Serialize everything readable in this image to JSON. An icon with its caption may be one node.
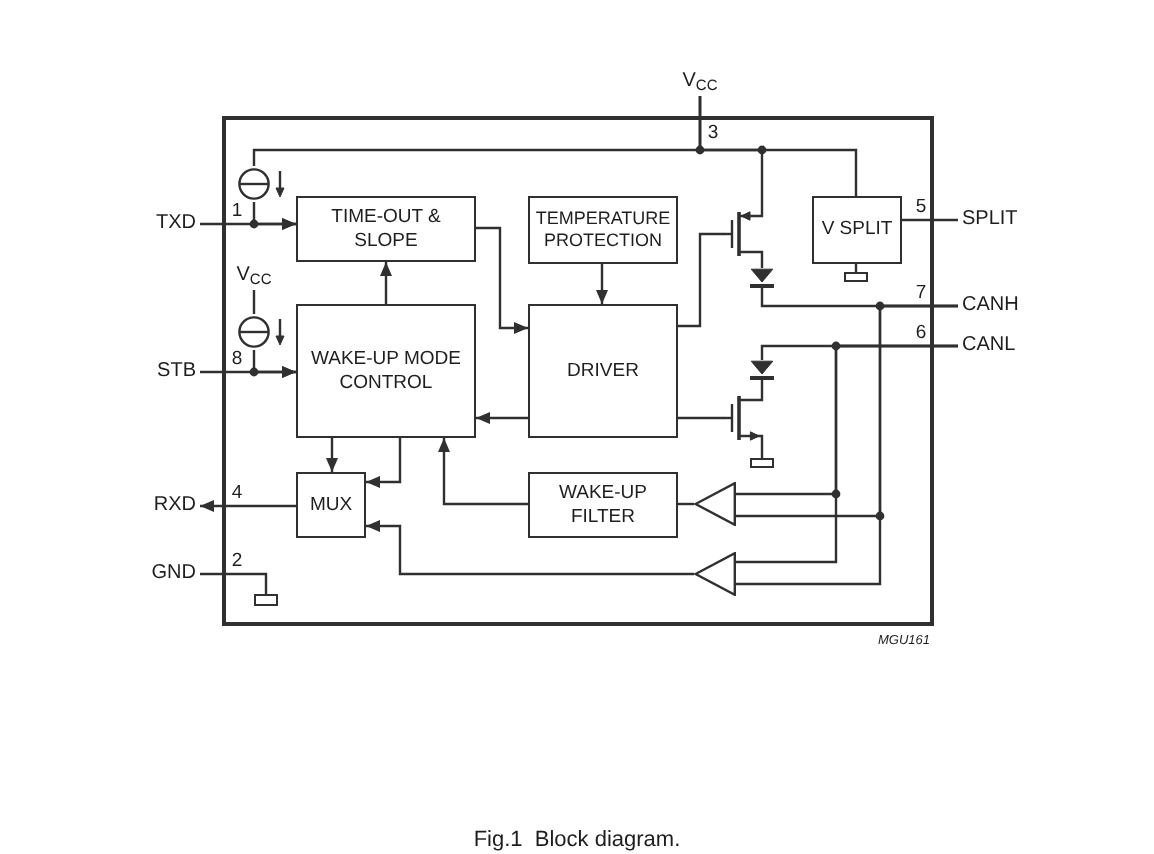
{
  "diagram": {
    "caption": "Fig.1  Block diagram.",
    "nodes": [
      {
        "text": [],
        "shape": "box"
      },
      {
        "text": [
          "V$_{CC}$"
        ]
      },
      {
        "text": [
          "TXD"
        ]
      },
      {
        "text": [
          "STB"
        ]
      },
      {
        "text": [
          "RXD"
        ]
      },
      {
        "text": [
          "GND"
        ]
      },
      {
        "text": [
          "SPLIT"
        ]
      },
      {
        "text": [
          "CANH"
        ]
      },
      {
        "text": [
          "CANL"
        ]
      },
      {
        "text": [
          "V$_{CC}$"
        ],
        "in": 0
      },
      {
        "text": [],
        "shape": "circle",
        "in": 0
      },
      {
        "text": [],
        "shape": "circle",
        "in": 0
      },
      {
        "text": [
          "TIME-OUT & SLOPE"
        ],
        "in": 0
      },
      {
        "text": [
          "TEMPERATURE PROTECTION"
        ],
        "in": 0
      },
      {
        "text": [
          "WAKE-UP MODE CONTROL"
        ],
        "in": 0
      },
      {
        "text": [
          "DRIVER"
        ],
        "in": 0
      },
      {
        "text": [
          "MUX"
        ],
        "in": 0
      },
      {
        "text": [
          "WAKE-UP FILTER"
        ],
        "in": 0
      },
      {
        "text": [
          "V SPLIT"
        ],
        "in": 0
      },
      {
        "text": [],
        "shape": "transistor",
        "in": 0
      },
      {
        "text": [],
        "shape": "diode",
        "in": 0
      },
      {
        "text": [],
        "shape": "transistor",
        "in": 0
      },
      {
        "text": [],
        "shape": "diode",
        "in": 0
      },
      {
        "text": [],
        "shape": "triangle",
        "in": 0
      },
      {
        "text": [],
        "shape": "triangle",
        "in": 0
      },
      {
        "text": [],
        "shape": "box",
        "in": 0
      },
      {
        "text": [],
        "shape": "box",
        "in": 0
      },
      {
        "text": [],
        "shape": "box",
        "in": 0
      }
    ],
    "edges": [
      {
        "from": 1,
        "to": 10,
        "arrow": "none"
      },
      {
        "from": 1,
        "to": 19,
        "arrow": "none"
      },
      {
        "from": 1,
        "to": 18,
        "arrow": "none"
      },
      {
        "from": 2,
        "to": 12,
        "arrow": "to"
      },
      {
        "from": 10,
        "to": 12,
        "arrow": "to"
      },
      {
        "from": 9,
        "to": 11,
        "arrow": "none"
      },
      {
        "from": 3,
        "to": 14,
        "arrow": "to"
      },
      {
        "from": 11,
        "to": 14,
        "arrow": "to"
      },
      {
        "from": 12,
        "to": 15,
        "arrow": "to"
      },
      {
        "from": 13,
        "to": 15,
        "arrow": "to"
      },
      {
        "from": 14,
        "to": 12,
        "arrow": "to"
      },
      {
        "from": 15,
        "to": 14,
        "arrow": "to"
      },
      {
        "from": 14,
        "to": 16,
        "arrow": "to"
      },
      {
        "from": 14,
        "to": 16,
        "arrow": "to"
      },
      {
        "from": 16,
        "to": 4,
        "arrow": "to"
      },
      {
        "from": 5,
        "to": 27,
        "arrow": "none"
      },
      {
        "from": 24,
        "to": 16,
        "arrow": "to"
      },
      {
        "from": 23,
        "to": 17,
        "arrow": "none"
      },
      {
        "from": 17,
        "to": 14,
        "arrow": "to"
      },
      {
        "from": 15,
        "to": 19,
        "arrow": "none"
      },
      {
        "from": 19,
        "to": 20,
        "arrow": "none"
      },
      {
        "from": 20,
        "to": 7,
        "arrow": "none"
      },
      {
        "from": 7,
        "to": 23,
        "arrow": "none"
      },
      {
        "from": 7,
        "to": 24,
        "arrow": "none"
      },
      {
        "from": 8,
        "to": 22,
        "arrow": "none"
      },
      {
        "from": 8,
        "to": 23,
        "arrow": "none"
      },
      {
        "from": 8,
        "to": 24,
        "arrow": "none"
      },
      {
        "from": 22,
        "to": 21,
        "arrow": "none"
      },
      {
        "from": 15,
        "to": 21,
        "arrow": "none"
      },
      {
        "from": 21,
        "to": 26,
        "arrow": "none"
      },
      {
        "from": 18,
        "to": 6,
        "arrow": "none"
      },
      {
        "from": 18,
        "to": 25,
        "arrow": "none"
      }
    ],
    "labels": [
      "3",
      "5",
      "1",
      "7",
      "6",
      "8",
      "4",
      "2",
      "MGU161"
    ]
  }
}
